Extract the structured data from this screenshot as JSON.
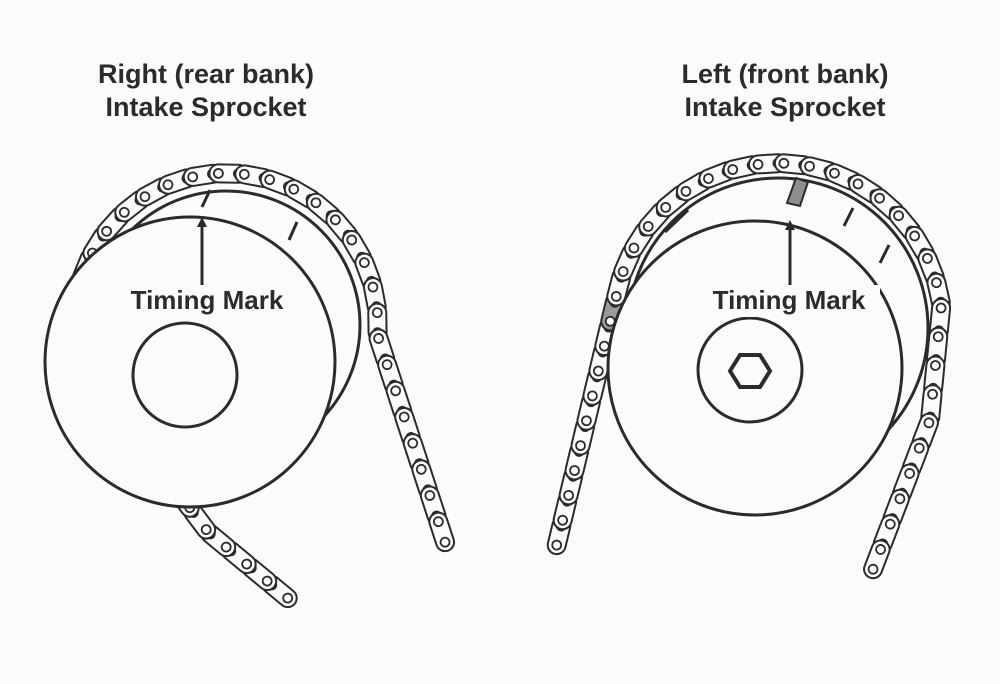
{
  "right_sprocket": {
    "title_line1": "Right (rear bank)",
    "title_line2": "Intake Sprocket",
    "timing_label": "Timing Mark"
  },
  "left_sprocket": {
    "title_line1": "Left (front bank)",
    "title_line2": "Intake Sprocket",
    "timing_label": "Timing Mark"
  },
  "colors": {
    "ink": "#2b2b2b",
    "paper": "#fbfbf9",
    "marked_link": "#9a9a9a"
  }
}
